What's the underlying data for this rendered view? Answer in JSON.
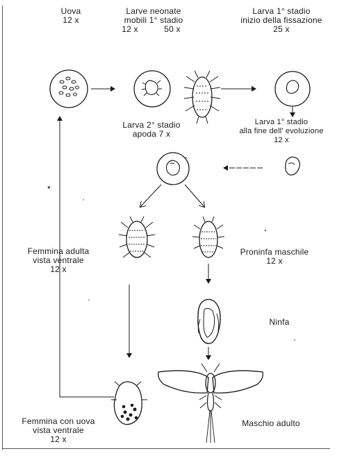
{
  "labels": {
    "uova": {
      "line1": "Uova",
      "line2": "12 x"
    },
    "larve_neonate": {
      "line1": "Larve neonate",
      "line2": "mobili 1° stadio",
      "mag_a": "12 x",
      "mag_b": "50 x"
    },
    "larva_fissazione": {
      "line1": "Larva 1° stadio",
      "line2": "inizio della fissazione",
      "line3": "25 x"
    },
    "larva_2": {
      "line1": "Larva 2° stadio",
      "line2": "apoda  7 x"
    },
    "larva_fine": {
      "line1": "Larva 1° stadio",
      "line2": "alla fine dell' evoluzione",
      "line3": "12 x"
    },
    "femmina_adulta": {
      "line1": "Femmina adulta",
      "line2": "vista ventrale",
      "line3": "12 x"
    },
    "proninfa": {
      "line1": "Proninfa maschile",
      "line2": "12 x"
    },
    "ninfa": {
      "line1": "Ninfa"
    },
    "femmina_uova": {
      "line1": "Femmina con uova",
      "line2": "vista ventrale",
      "line3": "12 x"
    },
    "maschio": {
      "line1": "Maschio adulto"
    }
  },
  "colors": {
    "ink": "#1a1a1a",
    "paper": "#ffffff"
  }
}
